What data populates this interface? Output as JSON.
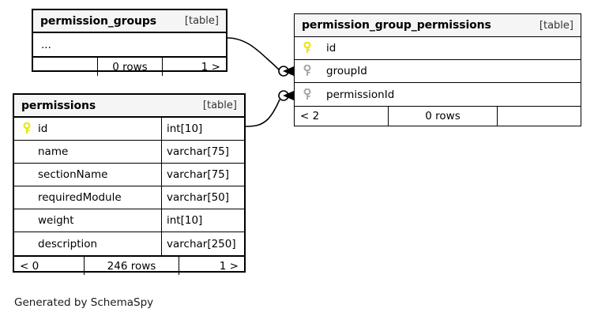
{
  "diagram": {
    "kind": "entity-relationship-diagram",
    "generator_note": "Generated by SchemaSpy",
    "table_tag": "[table]"
  },
  "tables": {
    "permission_groups": {
      "name": "permission_groups",
      "tag": "[table]",
      "rows": [
        {
          "key": "none",
          "name": "...",
          "type": ""
        }
      ],
      "footer": {
        "prev": "",
        "rows": "0 rows",
        "next": "1 >"
      }
    },
    "permissions": {
      "name": "permissions",
      "tag": "[table]",
      "rows": [
        {
          "key": "primary",
          "name": "id",
          "type": "int[10]"
        },
        {
          "key": "none",
          "name": "name",
          "type": "varchar[75]"
        },
        {
          "key": "none",
          "name": "sectionName",
          "type": "varchar[75]"
        },
        {
          "key": "none",
          "name": "requiredModule",
          "type": "varchar[50]"
        },
        {
          "key": "none",
          "name": "weight",
          "type": "int[10]"
        },
        {
          "key": "none",
          "name": "description",
          "type": "varchar[250]"
        }
      ],
      "footer": {
        "prev": "< 0",
        "rows": "246 rows",
        "next": "1 >"
      }
    },
    "permission_group_permissions": {
      "name": "permission_group_permissions",
      "tag": "[table]",
      "rows": [
        {
          "key": "primary",
          "name": "id",
          "type": ""
        },
        {
          "key": "foreign",
          "name": "groupId",
          "type": ""
        },
        {
          "key": "foreign",
          "name": "permissionId",
          "type": ""
        }
      ],
      "footer": {
        "prev": "< 2",
        "rows": "0 rows",
        "next": ""
      }
    }
  },
  "relationships": [
    {
      "id": "rel-groups-to-groupid",
      "from_table": "permission_groups",
      "to_table": "permission_group_permissions",
      "to_column": "groupId",
      "from_cardinality": "one",
      "to_cardinality": "zero-or-many"
    },
    {
      "id": "rel-permissions-to-permissionid",
      "from_table": "permissions",
      "from_column": "id",
      "to_table": "permission_group_permissions",
      "to_column": "permissionId",
      "from_cardinality": "one",
      "to_cardinality": "zero-or-many"
    }
  ],
  "colors": {
    "primary_key": "#e8e800",
    "foreign_key": "#aaaaaa",
    "header_bg": "#f5f5f5",
    "border": "#000000",
    "background": "#ffffff"
  }
}
